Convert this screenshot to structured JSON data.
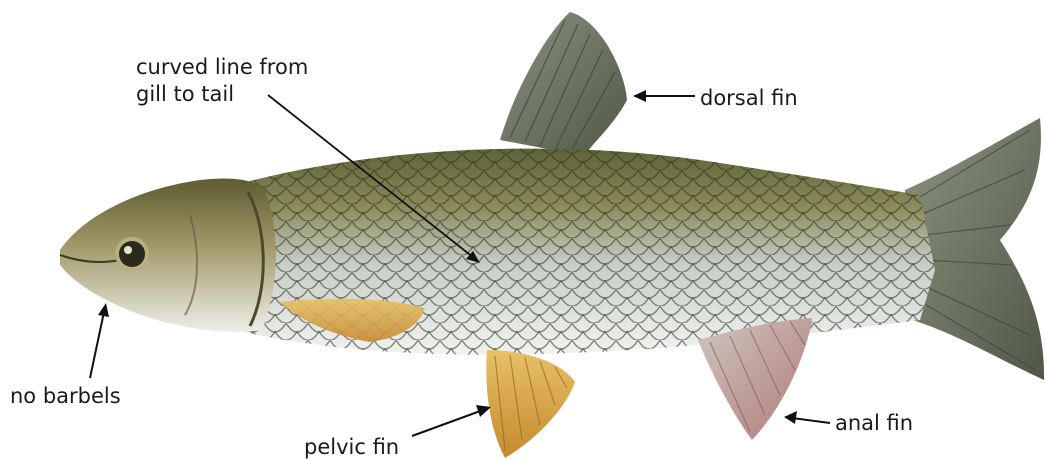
{
  "labels": {
    "lateral_line_1": "curved line from",
    "lateral_line_2": "gill to tail",
    "dorsal_fin": "dorsal fin",
    "no_barbels": "no barbels",
    "pelvic_fin": "pelvic fin",
    "anal_fin": "anal fin"
  },
  "colors": {
    "background": "#ffffff",
    "label_text": "#1a1a1a",
    "pointer": "#111111",
    "back_scales": "#6f7448",
    "belly": "#e8eceb",
    "fin_grey": "#6e7660",
    "fin_yellow": "#d9a94a",
    "fin_pink": "#c9a29a"
  },
  "illustration": "grass-carp"
}
